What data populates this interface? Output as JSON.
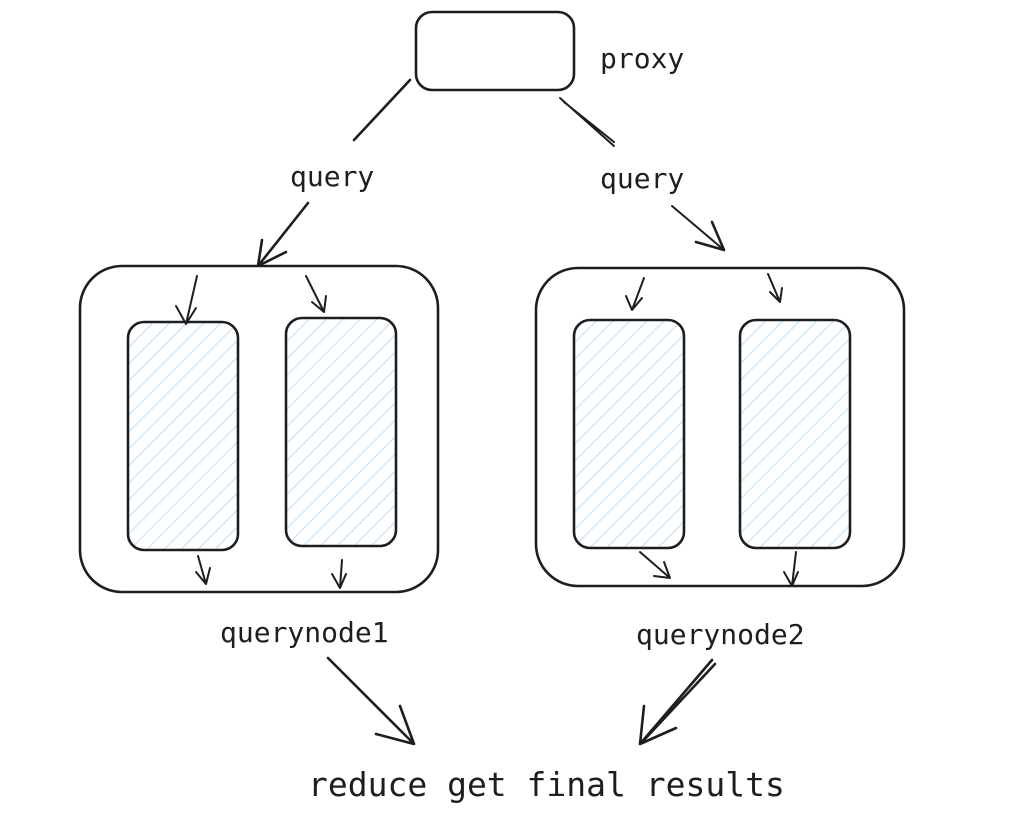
{
  "labels": {
    "proxy": "proxy",
    "query_left": "query",
    "query_right": "query",
    "querynode1": "querynode1",
    "querynode2": "querynode2",
    "result": "reduce get final results"
  },
  "colors": {
    "stroke": "#1e1e1e",
    "hatch": "#a5d8ff",
    "background": "#ffffff"
  }
}
